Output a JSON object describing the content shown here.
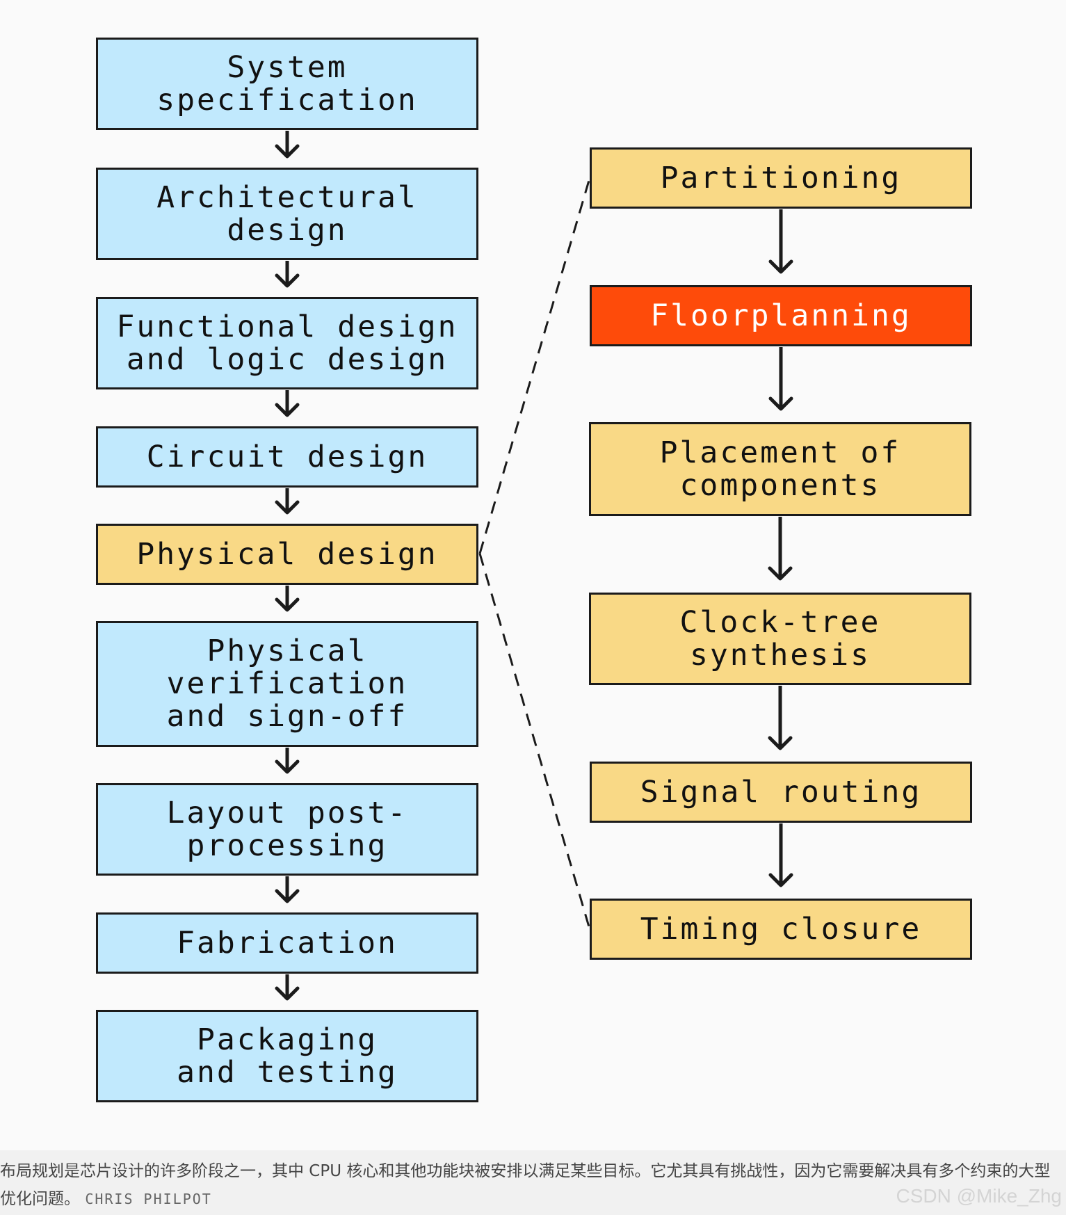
{
  "diagram": {
    "left_flow": [
      "System\nspecification",
      "Architectural\ndesign",
      "Functional design\nand logic design",
      "Circuit design",
      "Physical design",
      "Physical\nverification\nand sign-off",
      "Layout post-\nprocessing",
      "Fabrication",
      "Packaging\nand testing"
    ],
    "right_flow": [
      "Partitioning",
      "Floorplanning",
      "Placement of\ncomponents",
      "Clock-tree\nsynthesis",
      "Signal routing",
      "Timing closure"
    ],
    "expanded_step": "Physical design",
    "highlighted_step": "Floorplanning",
    "colors": {
      "left_box": "#c1e9fd",
      "expanded_box": "#f9d986",
      "right_box": "#f9d986",
      "highlight_box": "#fe4b0a",
      "stroke": "#1b1b1b"
    }
  },
  "caption": {
    "text": "布局规划是芯片设计的许多阶段之一，其中 CPU 核心和其他功能块被安排以满足某些目标。它尤其具有挑战性，因为它需要解决具有多个约束的大型优化问题。",
    "credit": "CHRIS PHILPOT"
  },
  "watermark": "CSDN @Mike_Zhg"
}
